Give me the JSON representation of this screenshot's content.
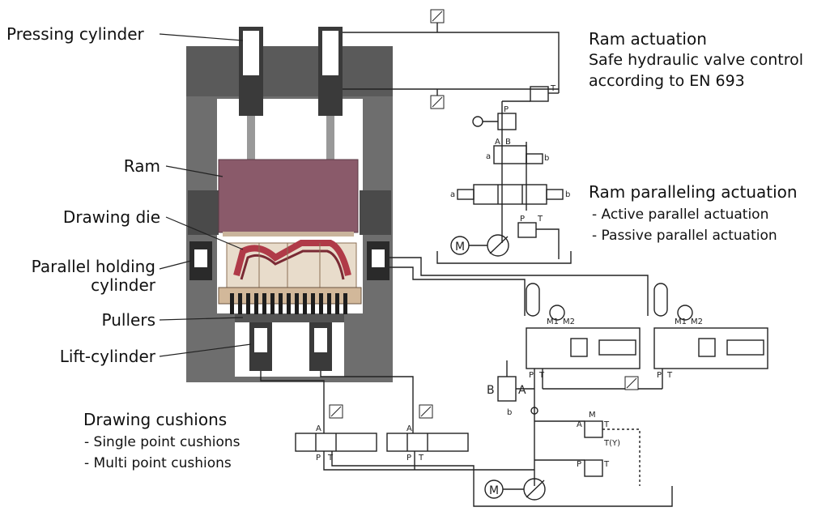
{
  "labels": {
    "pressing_cylinder": "Pressing cylinder",
    "ram": "Ram",
    "drawing_die": "Drawing die",
    "parallel_holding_cylinder_line1": "Parallel holding",
    "parallel_holding_cylinder_line2": "cylinder",
    "pullers": "Pullers",
    "lift_cylinder": "Lift-cylinder"
  },
  "ram_actuation": {
    "title": "Ram actuation",
    "line2": "Safe hydraulic valve control",
    "line3": "according to EN 693"
  },
  "ram_paralleling": {
    "title": "Ram paralleling actuation",
    "items": [
      "- Active parallel actuation",
      "- Passive parallel actuation"
    ]
  },
  "drawing_cushions": {
    "title": "Drawing cushions",
    "items": [
      "- Single point cushions",
      "- Multi point cushions"
    ]
  },
  "port_labels": {
    "A": "A",
    "B": "B",
    "P": "P",
    "T": "T",
    "M": "M",
    "M1": "M1",
    "M2": "M2",
    "a": "a",
    "b": "b",
    "TY": "T(Y)",
    "motor": "M"
  },
  "colors": {
    "frame": "#6e6e6e",
    "frame_dark": "#4a4a4a",
    "ram": "#8a5a6a",
    "die_red": "#b03a48",
    "die_tan": "#d2b89a",
    "line": "#222222"
  }
}
